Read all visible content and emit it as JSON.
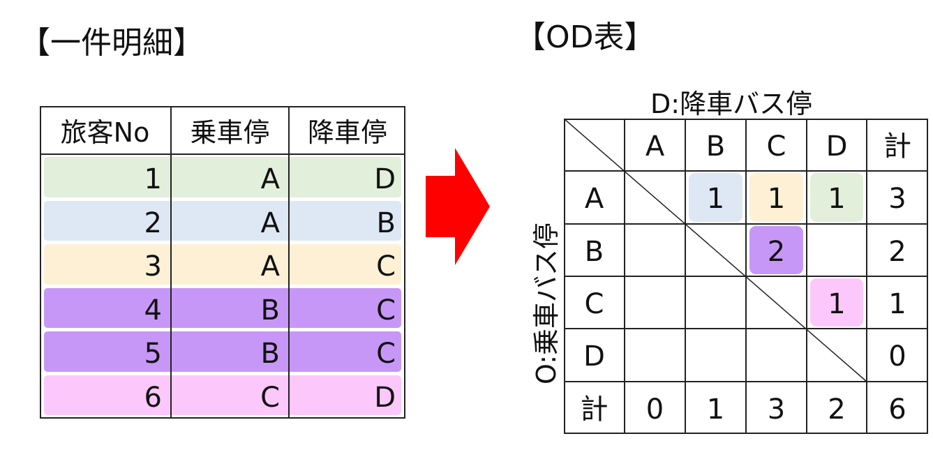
{
  "left": {
    "title": "【一件明細】",
    "headers": [
      "旅客No",
      "乗車停",
      "降車停"
    ],
    "rows": [
      {
        "no": "1",
        "board": "A",
        "alight": "D",
        "color": "#e2efda"
      },
      {
        "no": "2",
        "board": "A",
        "alight": "B",
        "color": "#dde8f4"
      },
      {
        "no": "3",
        "board": "A",
        "alight": "C",
        "color": "#fdf0d5"
      },
      {
        "no": "4",
        "board": "B",
        "alight": "C",
        "color": "#c797f7"
      },
      {
        "no": "5",
        "board": "B",
        "alight": "C",
        "color": "#c797f7"
      },
      {
        "no": "6",
        "board": "C",
        "alight": "D",
        "color": "#fcc8fb"
      }
    ]
  },
  "arrow": {
    "color": "#ff0000"
  },
  "right": {
    "title": "【OD表】",
    "d_axis": "D:降車バス停",
    "o_axis": "O:乗車バス停",
    "col_headers": [
      "A",
      "B",
      "C",
      "D",
      "計"
    ],
    "row_headers": [
      "A",
      "B",
      "C",
      "D",
      "計"
    ],
    "cells": [
      [
        "",
        "1",
        "1",
        "1",
        "3"
      ],
      [
        "",
        "",
        "2",
        "",
        "2"
      ],
      [
        "",
        "",
        "",
        "1",
        "1"
      ],
      [
        "",
        "",
        "",
        "",
        "0"
      ],
      [
        "0",
        "1",
        "3",
        "2",
        "6"
      ]
    ],
    "highlights": [
      {
        "row": 0,
        "col": 1,
        "color": "#dde8f4"
      },
      {
        "row": 0,
        "col": 2,
        "color": "#fdf0d5"
      },
      {
        "row": 0,
        "col": 3,
        "color": "#e2efda"
      },
      {
        "row": 1,
        "col": 2,
        "color": "#c797f7"
      },
      {
        "row": 2,
        "col": 3,
        "color": "#fcc8fb"
      }
    ]
  }
}
